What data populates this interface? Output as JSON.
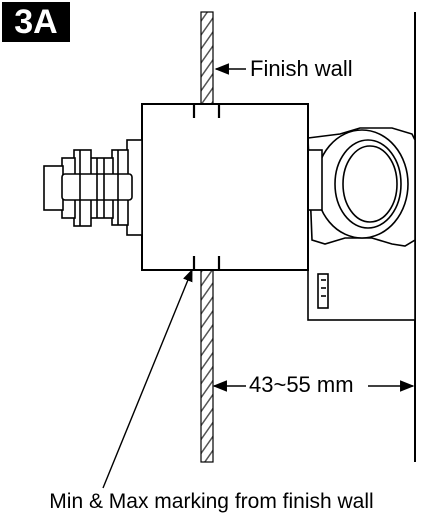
{
  "figure": {
    "badge": "3A",
    "labels": {
      "finish_wall": "Finish wall",
      "dimension": "43~55 mm",
      "marking_note": "Min & Max marking from finish wall"
    }
  },
  "colors": {
    "ink": "#000000",
    "paper": "#ffffff",
    "hatch": "#8c8c8c"
  }
}
